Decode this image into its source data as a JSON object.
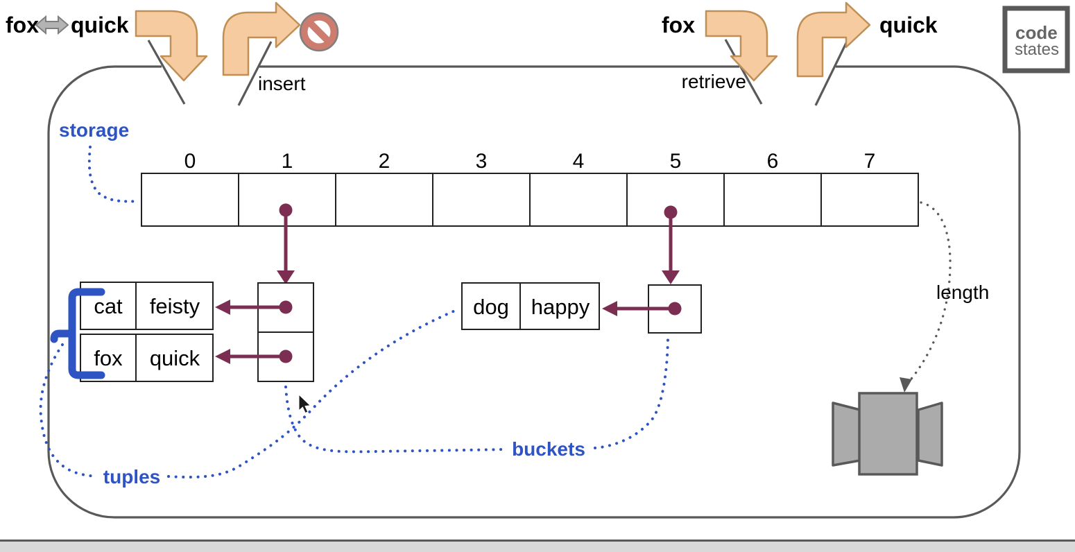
{
  "flow": {
    "insert_pair_key": "fox",
    "insert_pair_value": "quick",
    "insert_label": "insert",
    "retrieve_key": "fox",
    "retrieve_label": "retrieve",
    "retrieve_result": "quick"
  },
  "logo": {
    "line1": "code",
    "line2": "states"
  },
  "array": {
    "indices": [
      "0",
      "1",
      "2",
      "3",
      "4",
      "5",
      "6",
      "7"
    ]
  },
  "annotations": {
    "storage": "storage",
    "tuples": "tuples",
    "buckets": "buckets",
    "length": "length"
  },
  "tuples": {
    "bucket1": [
      {
        "key": "cat",
        "value": "feisty"
      },
      {
        "key": "fox",
        "value": "quick"
      }
    ],
    "bucket5": [
      {
        "key": "dog",
        "value": "happy"
      }
    ]
  },
  "colors": {
    "accent_blue": "#2e54c4",
    "maroon": "#7b2d52",
    "arrow_fill": "#f6cba0",
    "arrow_stroke": "#bf8f56",
    "container_stroke": "#595959",
    "prohibition_fill": "#cd7c70",
    "icon_gray": "#ababab",
    "footer_strip": "#d9d9d9"
  }
}
